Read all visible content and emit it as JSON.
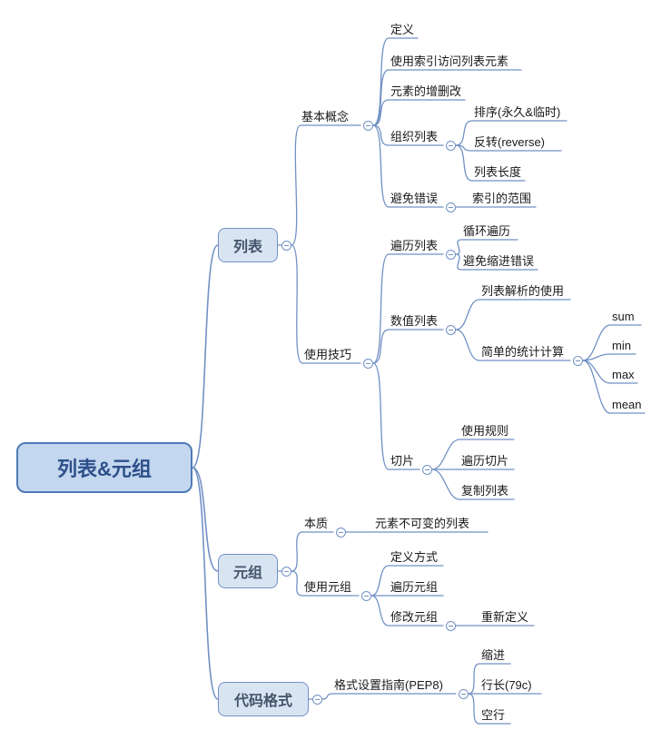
{
  "mindmap": {
    "root": {
      "label": "列表&元组"
    },
    "topics": [
      {
        "label": "列表",
        "children": [
          {
            "label": "基本概念",
            "children": [
              {
                "label": "定义"
              },
              {
                "label": "使用索引访问列表元素"
              },
              {
                "label": "元素的增删改"
              },
              {
                "label": "组织列表",
                "children": [
                  {
                    "label": "排序(永久&临时)"
                  },
                  {
                    "label": "反转(reverse)"
                  },
                  {
                    "label": "列表长度"
                  }
                ]
              },
              {
                "label": "避免错误",
                "children": [
                  {
                    "label": "索引的范围"
                  }
                ]
              }
            ]
          },
          {
            "label": "使用技巧",
            "children": [
              {
                "label": "遍历列表",
                "children": [
                  {
                    "label": "循环遍历"
                  },
                  {
                    "label": "避免缩进错误"
                  }
                ]
              },
              {
                "label": "数值列表",
                "children": [
                  {
                    "label": "列表解析的使用"
                  },
                  {
                    "label": "简单的统计计算",
                    "children": [
                      {
                        "label": "sum"
                      },
                      {
                        "label": "min"
                      },
                      {
                        "label": "max"
                      },
                      {
                        "label": "mean"
                      }
                    ]
                  }
                ]
              },
              {
                "label": "切片",
                "children": [
                  {
                    "label": "使用规则"
                  },
                  {
                    "label": "遍历切片"
                  },
                  {
                    "label": "复制列表"
                  }
                ]
              }
            ]
          }
        ]
      },
      {
        "label": "元组",
        "children": [
          {
            "label": "本质",
            "children": [
              {
                "label": "元素不可变的列表"
              }
            ]
          },
          {
            "label": "使用元组",
            "children": [
              {
                "label": "定义方式"
              },
              {
                "label": "遍历元组"
              },
              {
                "label": "修改元组",
                "children": [
                  {
                    "label": "重新定义"
                  }
                ]
              }
            ]
          }
        ]
      },
      {
        "label": "代码格式",
        "children": [
          {
            "label": "格式设置指南(PEP8)",
            "children": [
              {
                "label": "缩进"
              },
              {
                "label": "行长(79c)"
              },
              {
                "label": "空行"
              }
            ]
          }
        ]
      }
    ],
    "collapse_icon": "minus-circle",
    "theme": {
      "background": "#ffffff",
      "line_color": "#7191c4",
      "root_fill": "#c3d7ef",
      "root_border": "#4f7ab8",
      "root_text": "#2d4f8a",
      "branch_fill": "#d9e4f2",
      "branch_border": "#7191c4",
      "branch_text": "#44546a",
      "leaf_text": "#1a1a1a"
    }
  }
}
